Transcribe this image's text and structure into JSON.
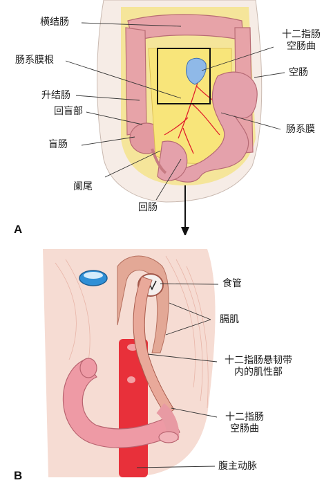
{
  "panel_a": {
    "letter": "A",
    "labels": {
      "transverse_colon": "横结肠",
      "mesentery_root": "肠系膜根",
      "ascending_colon": "升结肠",
      "ileocecal": "回盲部",
      "cecum": "盲肠",
      "appendix": "阑尾",
      "ileum": "回肠",
      "duodenojejunal_flexure_line1": "十二指肠",
      "duodenojejunal_flexure_line2": "空肠曲",
      "jejunum": "空肠",
      "mesentery": "肠系膜"
    }
  },
  "panel_b": {
    "letter": "B",
    "labels": {
      "esophagus": "食管",
      "diaphragm": "膈肌",
      "suspensory_muscle_line1": "十二指肠悬韧带",
      "suspensory_muscle_line2": "内的肌性部",
      "flexure_line1": "十二指肠",
      "flexure_line2": "空肠曲",
      "aorta": "腹主动脉"
    }
  },
  "colors": {
    "colon": "#e7a3a8",
    "mesentery_fat": "#f6e27a",
    "vessel_red": "#e0202c",
    "aorta": "#e8303a",
    "muscle": "#e9a99a",
    "background_tissue": "#f4d3c8"
  }
}
